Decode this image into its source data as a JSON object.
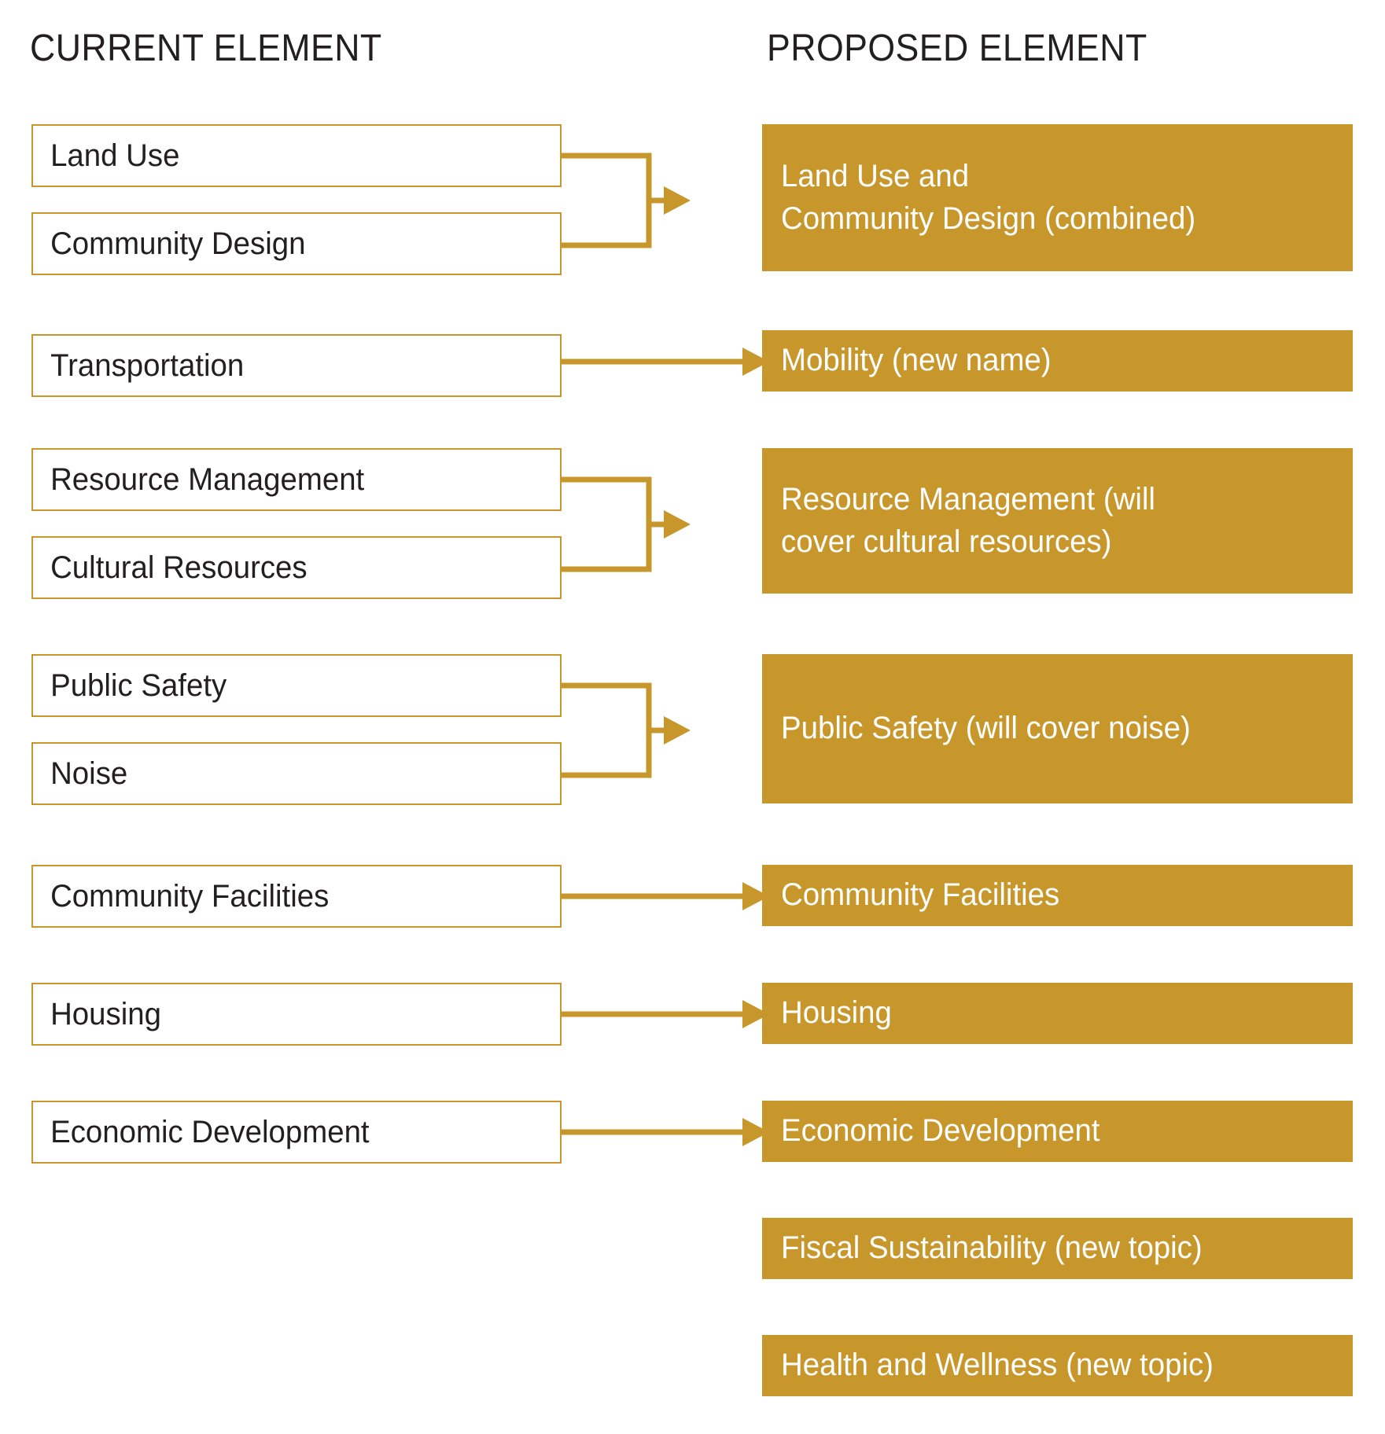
{
  "headings": {
    "current": "CURRENT ELEMENT",
    "proposed": "PROPOSED ELEMENT"
  },
  "colors": {
    "gold": "#c8972c",
    "gold_border": "#c8972c",
    "text_dark": "#231f20",
    "text_light": "#ffffff",
    "background": "#ffffff"
  },
  "current_elements": [
    {
      "label": "Land Use"
    },
    {
      "label": "Community Design"
    },
    {
      "label": "Transportation"
    },
    {
      "label": "Resource Management"
    },
    {
      "label": "Cultural Resources"
    },
    {
      "label": "Public Safety"
    },
    {
      "label": "Noise"
    },
    {
      "label": "Community Facilities"
    },
    {
      "label": "Housing"
    },
    {
      "label": "Economic Development"
    }
  ],
  "proposed_elements": [
    {
      "label": "Land Use and\nCommunity Design (combined)"
    },
    {
      "label": "Mobility (new name)"
    },
    {
      "label": "Resource Management (will\ncover cultural resources)"
    },
    {
      "label": "Public Safety (will cover noise)"
    },
    {
      "label": "Community Facilities"
    },
    {
      "label": "Housing"
    },
    {
      "label": "Economic Development"
    },
    {
      "label": "Fiscal Sustainability (new topic)"
    },
    {
      "label": "Health and Wellness (new topic)"
    }
  ],
  "mappings": [
    {
      "from": [
        "Land Use",
        "Community Design"
      ],
      "to": "Land Use and Community Design (combined)",
      "type": "merge"
    },
    {
      "from": [
        "Transportation"
      ],
      "to": "Mobility (new name)",
      "type": "rename"
    },
    {
      "from": [
        "Resource Management",
        "Cultural Resources"
      ],
      "to": "Resource Management (will cover cultural resources)",
      "type": "merge"
    },
    {
      "from": [
        "Public Safety",
        "Noise"
      ],
      "to": "Public Safety (will cover noise)",
      "type": "merge"
    },
    {
      "from": [
        "Community Facilities"
      ],
      "to": "Community Facilities",
      "type": "direct"
    },
    {
      "from": [
        "Housing"
      ],
      "to": "Housing",
      "type": "direct"
    },
    {
      "from": [
        "Economic Development"
      ],
      "to": "Economic Development",
      "type": "direct"
    },
    {
      "from": [],
      "to": "Fiscal Sustainability (new topic)",
      "type": "new"
    },
    {
      "from": [],
      "to": "Health and Wellness (new topic)",
      "type": "new"
    }
  ]
}
